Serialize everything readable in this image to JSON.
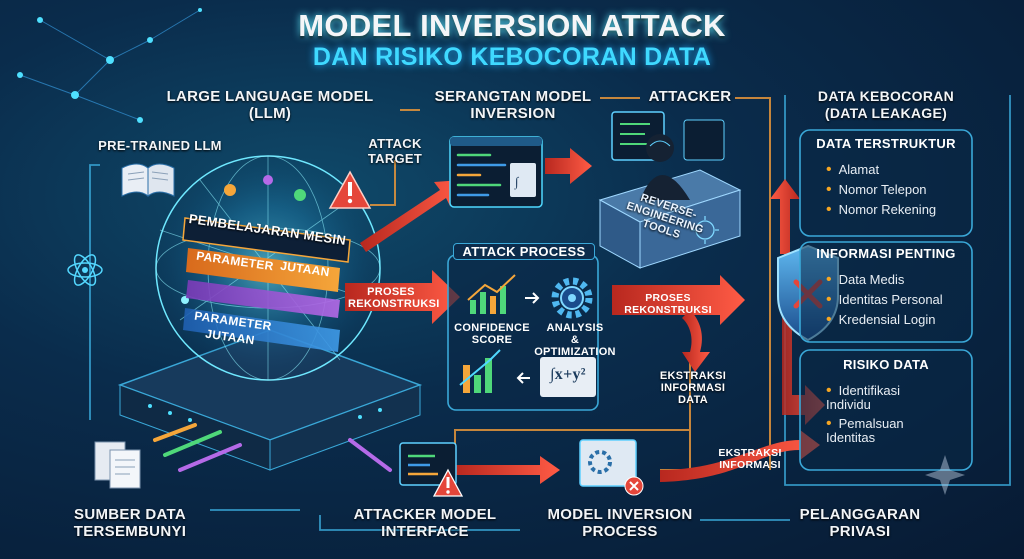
{
  "header": {
    "title": "MODEL INVERSION ATTACK",
    "subtitle": "DAN RISIKO KEBOCORAN DATA"
  },
  "llm": {
    "label_line1": "LARGE LANGUAGE MODEL",
    "label_line2": "(LLM)",
    "pretrained": "PRE-TRAINED LLM",
    "attack_target_line1": "ATTACK",
    "attack_target_line2": "TARGET",
    "layer_pembelajaran": "PEMBELAJARAN MESIN",
    "layer_parameter_a": "PARAMETER",
    "layer_jutaan_a": "JUTAAN",
    "layer_parameter_b": "PARAMETER",
    "layer_jutaan_b": "JUTAAN"
  },
  "attack": {
    "serangan_line1": "SERANGTAN MODEL",
    "serangan_line2": "INVERSION",
    "attacker": "ATTACKER",
    "tools_line1": "REVERSE-",
    "tools_line2": "ENGINEERING",
    "tools_line3": "TOOLS",
    "process_title": "ATTACK PROCESS",
    "confidence_line1": "CONFIDENCE",
    "confidence_line2": "SCORE",
    "analysis_line1": "ANALYSIS",
    "analysis_line2": "& OPTIMIZATION",
    "formula": "∫x+y²",
    "proses_line1": "PROSES",
    "proses_line2": "REKONSTRUKSI",
    "proses_right": "PROSES REKONSTRUKSI",
    "ekstraksi_line1": "EKSTRAKSI",
    "ekstraksi_line2": "INFORMASI",
    "ekstraksi_line3": "DATA",
    "ekstraksi2_line1": "EKSTRAKSI",
    "ekstraksi2_line2": "INFORMASI"
  },
  "bottom": {
    "sumber_line1": "SUMBER DATA",
    "sumber_line2": "TERSEMBUNYI",
    "interface_line1": "ATTACKER MODEL",
    "interface_line2": "INTERFACE",
    "process_line1": "MODEL INVERSION",
    "process_line2": "PROCESS",
    "pelanggaran_line1": "PELANGGARAN",
    "pelanggaran_line2": "PRIVASI"
  },
  "leakage": {
    "title_line1": "DATA KEBOCORAN",
    "title_line2": "(DATA LEAKAGE)",
    "terstruktur": {
      "title": "DATA TERSTRUKTUR",
      "items": [
        "Alamat",
        "Nomor Telepon",
        "Nomor Rekening"
      ]
    },
    "penting": {
      "title": "INFORMASI PENTING",
      "items": [
        "Data Medis",
        "Identitas Personal",
        "Kredensial Login"
      ]
    },
    "risiko": {
      "title": "RISIKO DATA",
      "items": [
        "Identifikasi Individu",
        "Pemalsuan Identitas"
      ]
    }
  },
  "colors": {
    "accent_cyan": "#3fd9ff",
    "arrow_red": "#e5463a",
    "line_orange": "#e8963a",
    "bullet": "#f5a623",
    "panel_border": "#3aa8d8"
  }
}
